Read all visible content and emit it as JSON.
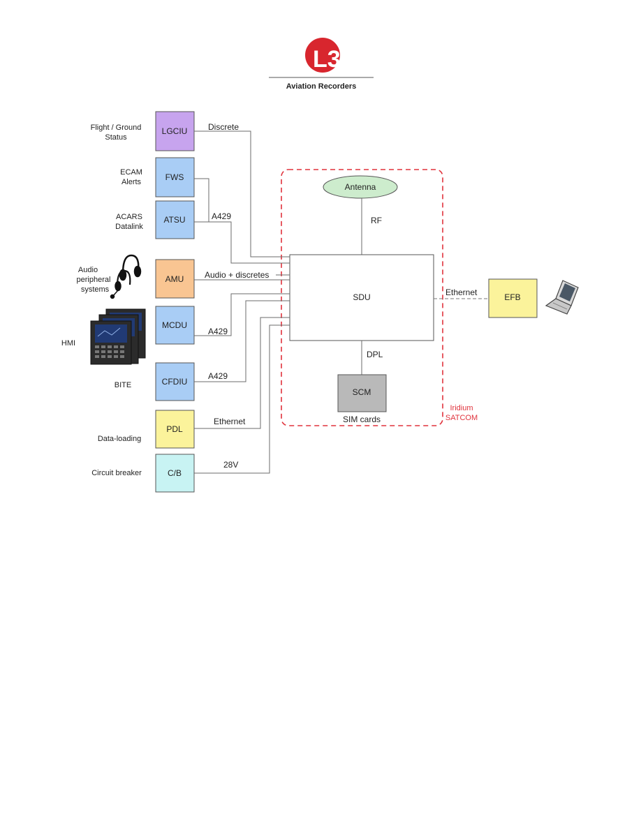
{
  "header": {
    "logo_text": "L3",
    "subtitle": "Aviation Recorders"
  },
  "inputs": [
    {
      "key": "lgciu",
      "box": "LGCIU",
      "desc": [
        "Flight / Ground",
        "Status"
      ],
      "link": "Discrete",
      "color": "#c7a4ee"
    },
    {
      "key": "fws",
      "box": "FWS",
      "desc": [
        "ECAM",
        "Alerts"
      ],
      "link": "",
      "color": "#a9cdf5"
    },
    {
      "key": "atsu",
      "box": "ATSU",
      "desc": [
        "ACARS",
        "Datalink"
      ],
      "link": "A429",
      "color": "#a9cdf5"
    },
    {
      "key": "amu",
      "box": "AMU",
      "desc": [
        "Audio",
        "peripheral",
        "systems"
      ],
      "link": "Audio + discretes",
      "color": "#f9c592"
    },
    {
      "key": "mcdu",
      "box": "MCDU",
      "desc": [
        "HMI"
      ],
      "link": "A429",
      "color": "#a9cdf5"
    },
    {
      "key": "cfdiu",
      "box": "CFDIU",
      "desc": [
        "BITE"
      ],
      "link": "A429",
      "color": "#a9cdf5"
    },
    {
      "key": "pdl",
      "box": "PDL",
      "desc": [
        "Data-loading"
      ],
      "link": "Ethernet",
      "color": "#fbf39b"
    },
    {
      "key": "cb",
      "box": "C/B",
      "desc": [
        "Circuit breaker"
      ],
      "link": "28V",
      "color": "#c8f3f3"
    }
  ],
  "satcom": {
    "antenna": "Antenna",
    "rf": "RF",
    "sdu": "SDU",
    "dpl": "DPL",
    "scm": "SCM",
    "sim_cards": "SIM cards",
    "boundary_label": [
      "Iridium",
      "SATCOM"
    ],
    "boundary_color": "#e0323c",
    "antenna_color": "#cdeccd",
    "scm_color": "#b9b9b9"
  },
  "efb": {
    "box": "EFB",
    "link": "Ethernet",
    "color": "#fbf39b"
  }
}
